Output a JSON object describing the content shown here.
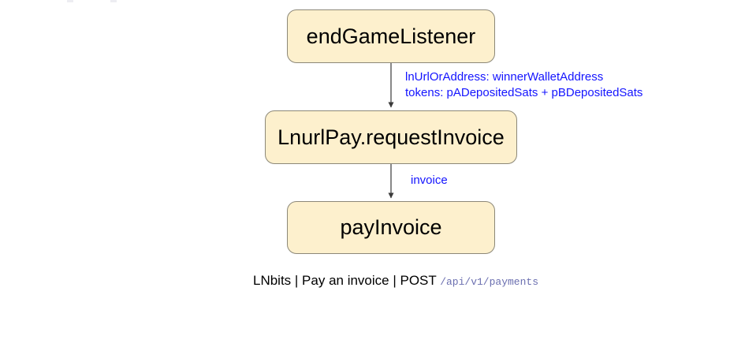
{
  "diagram": {
    "type": "flowchart",
    "orientation": "top-to-bottom",
    "background_color": "#ffffff",
    "node_fill_color": "#fdf0cd",
    "node_border_color": "#8c8878",
    "edge_color": "#555555",
    "edge_label_color": "#1414ff",
    "nodes": [
      {
        "id": "end-game-listener",
        "label": "endGameListener"
      },
      {
        "id": "lnurlpay-request-invoice",
        "label": "LnurlPay.requestInvoice"
      },
      {
        "id": "pay-invoice",
        "label": "payInvoice"
      }
    ],
    "edges": [
      {
        "id": "edge-1",
        "from": "end-game-listener",
        "to": "lnurlpay-request-invoice",
        "label_line_1": "lnUrlOrAddress: winnerWalletAddress",
        "label_line_2": "tokens: pADepositedSats + pBDepositedSats"
      },
      {
        "id": "edge-2",
        "from": "lnurlpay-request-invoice",
        "to": "pay-invoice",
        "label_line_1": "invoice"
      }
    ]
  },
  "caption": {
    "text": "LNbits | Pay an invoice | POST ",
    "endpoint_path": "/api/v1/payments",
    "endpoint_path_color": "#6b6fb0"
  }
}
